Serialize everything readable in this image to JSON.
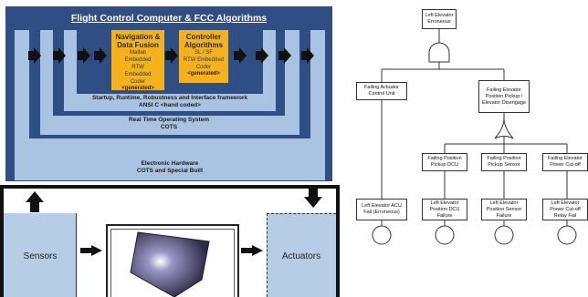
{
  "fcc": {
    "title": "Flight Control Computer & FCC Algorithms",
    "nav_title": "Navigation & Data Fusion",
    "nav_body": [
      "Matlab",
      "Embedded",
      "RTW",
      "Embedded",
      "Coder"
    ],
    "nav_tag": "<generated>",
    "ctrl_title": "Controller Algorithms",
    "ctrl_body": [
      "SL / SF",
      "RTW Embedded",
      "Coder"
    ],
    "ctrl_tag": "<generated>",
    "framework_line1": "Startup, Runtime, Robustness and Interface framework",
    "framework_line2": "ANSI C <hand coded>",
    "rtos_line1": "Real Time Operating System",
    "rtos_line2": "COTS",
    "hw_line1": "Electronic Hardware",
    "hw_line2": "COTS and Special Built"
  },
  "loop": {
    "sensors": "Sensors",
    "actuators": "Actuators"
  },
  "fault_tree": {
    "top": "Left Elevator Erroneous",
    "left_branch": "Failing Actuator Control Unit",
    "right_branch": "Failing Elevator Position Pickup / Elevator Disengage",
    "mid": [
      "Failing Position Pickup DCU",
      "Failing Position Pickup Sensor",
      "Failing Elevator Power Cut-off"
    ],
    "basic": [
      "Left Elevator ACU Fail (Erroneous)",
      "Left Elevator Position DCU Failure",
      "Left Elevator Position Sensor Failure",
      "Left Elevator Power Cut-off Relay Fail"
    ]
  },
  "colors": {
    "dark_blue": "#2f4e84",
    "light_blue": "#a9c4e2",
    "orange": "#f5b21c",
    "box_blue": "#b7cde6"
  }
}
